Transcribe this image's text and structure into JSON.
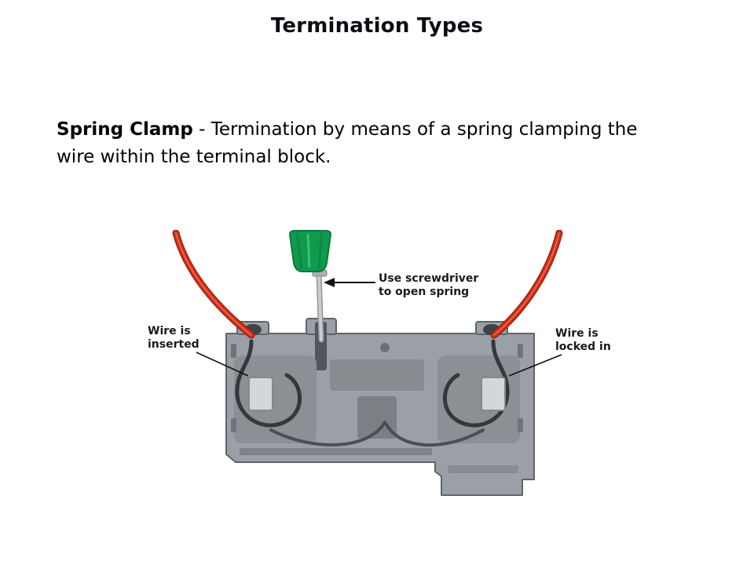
{
  "slide": {
    "title": "Termination Types",
    "definition": {
      "term": "Spring Clamp",
      "text": " - Termination by means of a spring clamping the wire within the terminal block."
    }
  },
  "figure": {
    "labels": {
      "screwdriver": {
        "line1": "Use screwdriver",
        "line2": "to open spring"
      },
      "wire_inserted": {
        "line1": "Wire is",
        "line2": "inserted"
      },
      "wire_locked": {
        "line1": "Wire is",
        "line2": "locked in"
      }
    },
    "colors": {
      "wire_red": "#d0301a",
      "handle_green": "#0f9b4e",
      "block_gray": "#9aa0a5",
      "label_text": "#1b1b1b"
    }
  }
}
